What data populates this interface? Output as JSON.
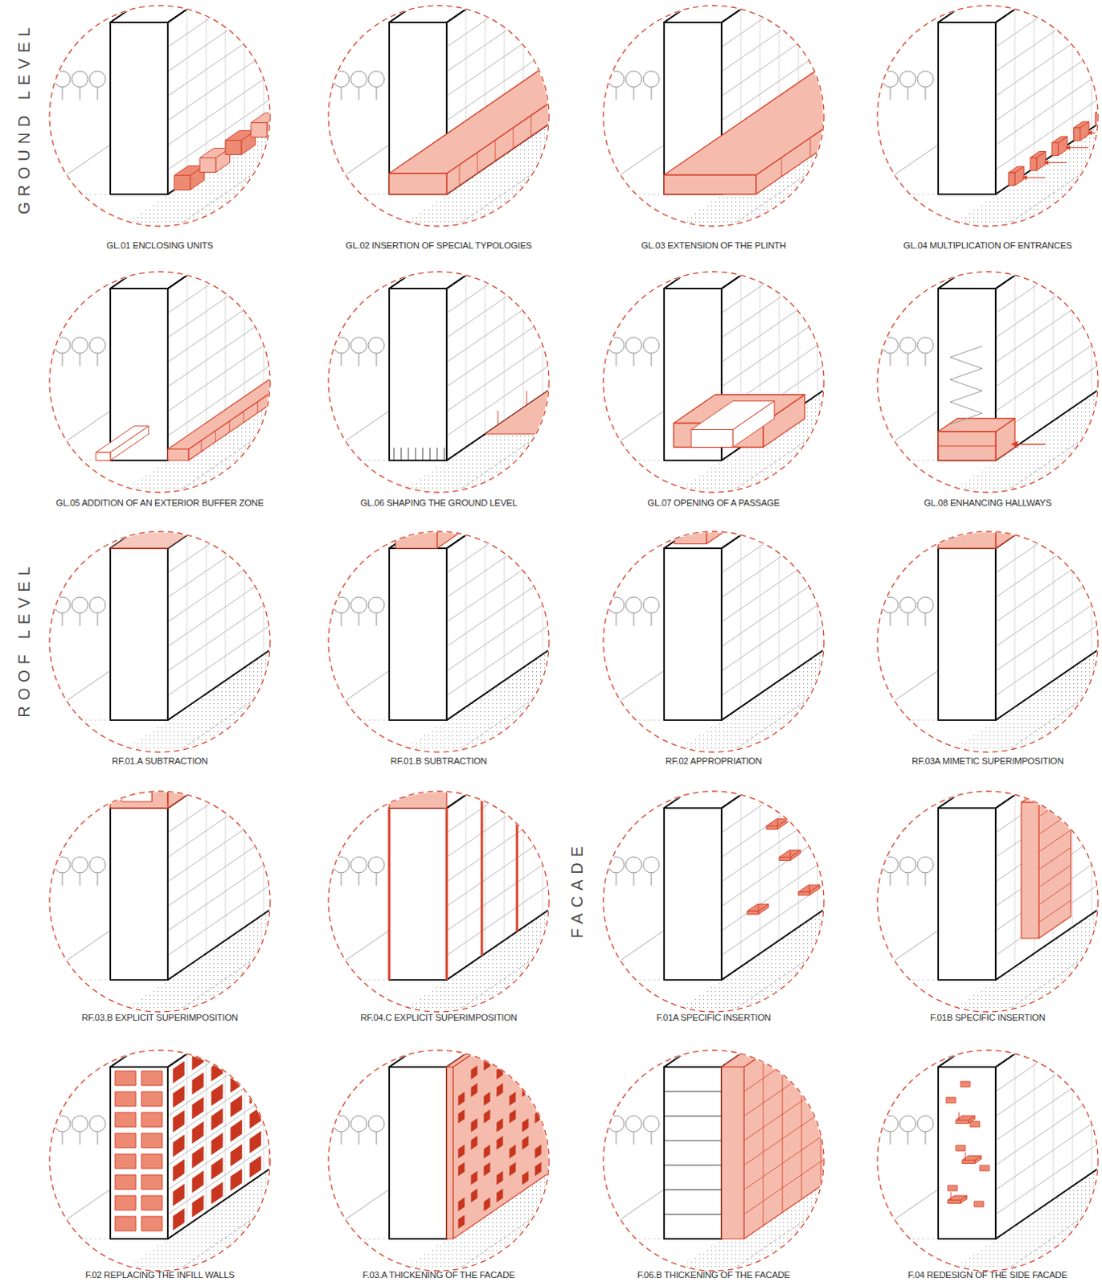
{
  "diagram": {
    "nodes": [
      {
        "text": [
          "GL.01 ENCLOSING UNITS"
        ]
      },
      {
        "text": [
          "GL.02 INSERTION OF SPECIAL TYPOLOGIES"
        ]
      },
      {
        "text": [
          "GL.03 EXTENSION OF THE PLINTH"
        ]
      },
      {
        "text": [
          "GL.04 MULTIPLICATION OF ENTRANCES"
        ]
      },
      {
        "text": [
          "GL.05 ADDITION OF AN EXTERIOR BUFFER ZONE"
        ]
      },
      {
        "text": [
          "GL.06 SHAPING THE GROUND LEVEL"
        ]
      },
      {
        "text": [
          "GL.07 OPENING OF A PASSAGE"
        ]
      },
      {
        "text": [
          "GL.08 ENHANCING HALLWAYS"
        ]
      },
      {
        "text": [
          "RF.01.A SUBTRACTION"
        ]
      },
      {
        "text": [
          "RF.01.B SUBTRACTION"
        ]
      },
      {
        "text": [
          "RF.02 APPROPRIATION"
        ]
      },
      {
        "text": [
          "RF.03A MIMETIC SUPERIMPOSITION"
        ]
      },
      {
        "text": [
          "RF.03.B EXPLICIT SUPERIMPOSITION"
        ]
      },
      {
        "text": [
          "RF.04.C EXPLICIT SUPERIMPOSITION"
        ]
      },
      {
        "text": [
          "F.01A SPECIFIC INSERTION"
        ]
      },
      {
        "text": [
          "F.01B SPECIFIC INSERTION"
        ]
      },
      {
        "text": [
          "F.02 REPLACING THE INFILL WALLS"
        ]
      },
      {
        "text": [
          "F.03.A THICKENING OF THE FACADE"
        ]
      },
      {
        "text": [
          "F.06.B THICKENING OF THE FACADE"
        ]
      },
      {
        "text": [
          "F.04 REDESIGN OF THE SIDE FACADE"
        ]
      }
    ],
    "labels": [
      "GROUND LEVEL",
      "ROOF LEVEL",
      "FACADE"
    ]
  }
}
